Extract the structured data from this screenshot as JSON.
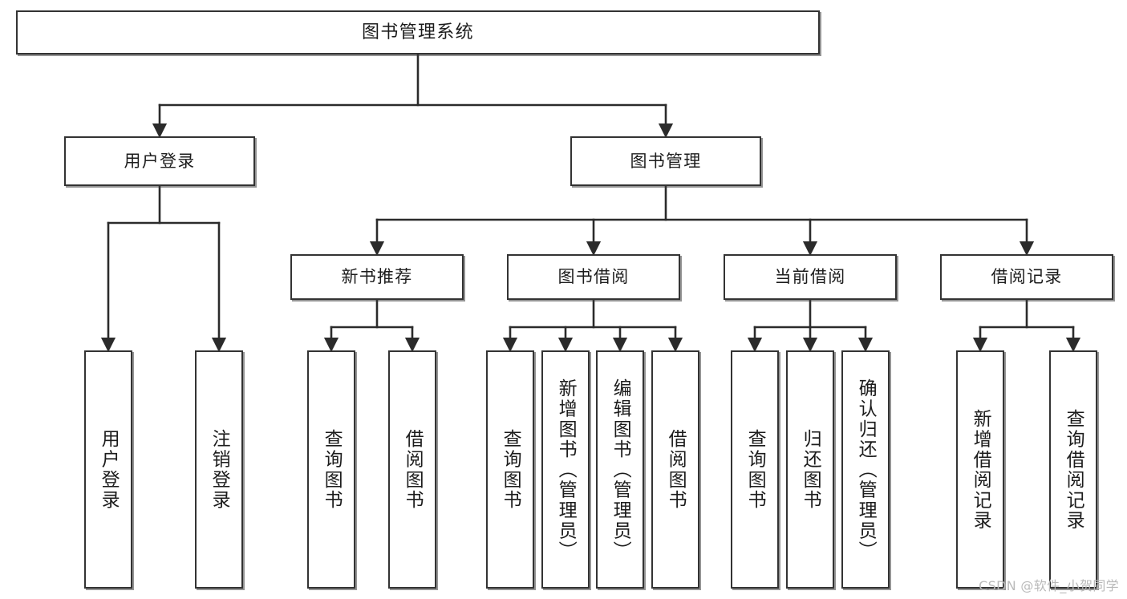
{
  "diagram": {
    "type": "tree",
    "title": "图书管理系统",
    "orientation": "top-down",
    "colors": {
      "box_border": "#333333",
      "box_fill": "#ffffff",
      "connector": "#2b2b2b",
      "text": "#1c1c1c",
      "watermark": "#b9b9b9"
    }
  },
  "root": {
    "label": "图书管理系统"
  },
  "level2": [
    {
      "label": "用户登录"
    },
    {
      "label": "图书管理"
    }
  ],
  "level3": [
    {
      "label": "新书推荐"
    },
    {
      "label": "图书借阅"
    },
    {
      "label": "当前借阅"
    },
    {
      "label": "借阅记录"
    }
  ],
  "leaves": {
    "user_login": [
      {
        "label": "用户登录"
      },
      {
        "label": "注销登录"
      }
    ],
    "new_book_recommend": [
      {
        "label": "查询图书"
      },
      {
        "label": "借阅图书"
      }
    ],
    "book_borrow": [
      {
        "label": "查询图书"
      },
      {
        "label": "新增图书（管理员）"
      },
      {
        "label": "编辑图书（管理员）"
      },
      {
        "label": "借阅图书"
      }
    ],
    "current_borrow": [
      {
        "label": "查询图书"
      },
      {
        "label": "归还图书"
      },
      {
        "label": "确认归还（管理员）"
      }
    ],
    "borrow_record": [
      {
        "label": "新增借阅记录"
      },
      {
        "label": "查询借阅记录"
      }
    ]
  },
  "watermark": {
    "text": "CSDN @软件_小贺同学"
  }
}
